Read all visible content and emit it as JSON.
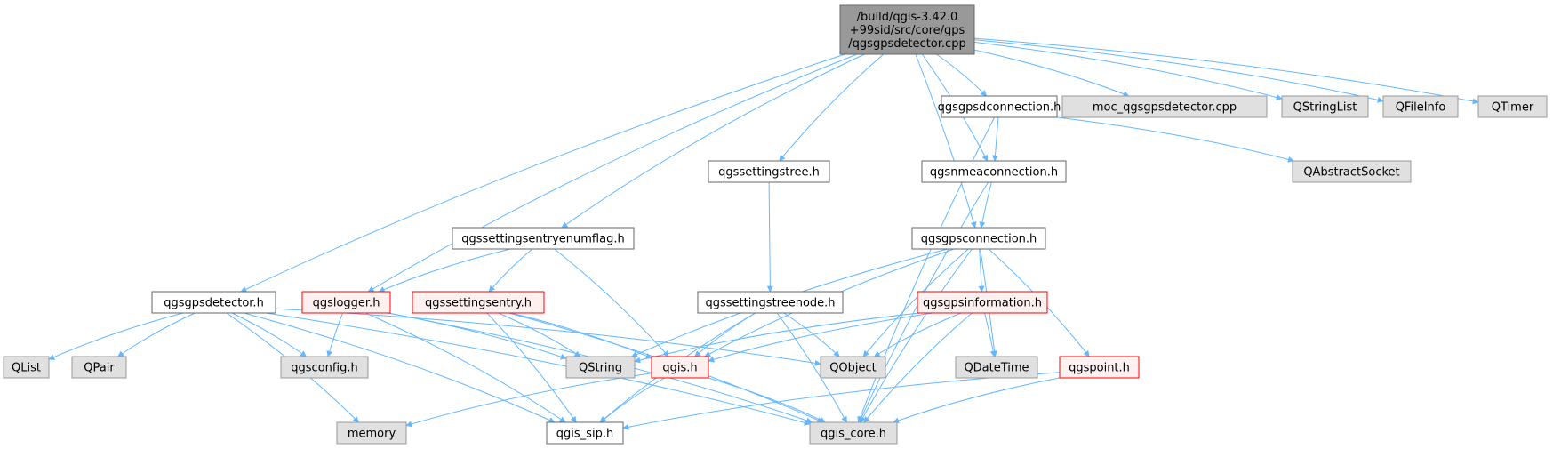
{
  "colors": {
    "background": "#ffffff",
    "edge": "#63b8ff",
    "root_fill": "#999999",
    "root_border": "#666666",
    "documented_fill": "#ffffff",
    "documented_border": "#666666",
    "external_fill": "#e0e0e0",
    "external_border": "#999999",
    "incomplete_fill": "#fff0f0",
    "incomplete_border": "#ff0000"
  },
  "nodes": [
    {
      "id": "root",
      "lines": [
        "/build/qgis-3.42.0",
        "+99sid/src/core/gps",
        "/qgsgpsdetector.cpp"
      ],
      "kind": "root"
    },
    {
      "id": "qgsgpsdconnection",
      "lines": [
        "qgsgpsdconnection.h"
      ],
      "kind": "documented"
    },
    {
      "id": "moc",
      "lines": [
        "moc_qgsgpsdetector.cpp"
      ],
      "kind": "external"
    },
    {
      "id": "qstringlist",
      "lines": [
        "QStringList"
      ],
      "kind": "external"
    },
    {
      "id": "qfileinfo",
      "lines": [
        "QFileInfo"
      ],
      "kind": "external"
    },
    {
      "id": "qtimer",
      "lines": [
        "QTimer"
      ],
      "kind": "external"
    },
    {
      "id": "qgssettingstree",
      "lines": [
        "qgssettingstree.h"
      ],
      "kind": "documented"
    },
    {
      "id": "qgsnmeaconnection",
      "lines": [
        "qgsnmeaconnection.h"
      ],
      "kind": "documented"
    },
    {
      "id": "qabstractsocket",
      "lines": [
        "QAbstractSocket"
      ],
      "kind": "external"
    },
    {
      "id": "qgssettingsentryenumflag",
      "lines": [
        "qgssettingsentryenumflag.h"
      ],
      "kind": "documented"
    },
    {
      "id": "qgsgpsconnection",
      "lines": [
        "qgsgpsconnection.h"
      ],
      "kind": "documented"
    },
    {
      "id": "qgsgpsdetector_h",
      "lines": [
        "qgsgpsdetector.h"
      ],
      "kind": "documented"
    },
    {
      "id": "qgslogger",
      "lines": [
        "qgslogger.h"
      ],
      "kind": "incomplete"
    },
    {
      "id": "qgssettingsentry",
      "lines": [
        "qgssettingsentry.h"
      ],
      "kind": "incomplete"
    },
    {
      "id": "qgssettingstreenode",
      "lines": [
        "qgssettingstreenode.h"
      ],
      "kind": "documented"
    },
    {
      "id": "qgsgpsinformation",
      "lines": [
        "qgsgpsinformation.h"
      ],
      "kind": "incomplete"
    },
    {
      "id": "qlist",
      "lines": [
        "QList"
      ],
      "kind": "external"
    },
    {
      "id": "qpair",
      "lines": [
        "QPair"
      ],
      "kind": "external"
    },
    {
      "id": "qgsconfig",
      "lines": [
        "qgsconfig.h"
      ],
      "kind": "external"
    },
    {
      "id": "qstring",
      "lines": [
        "QString"
      ],
      "kind": "external"
    },
    {
      "id": "qgis",
      "lines": [
        "qgis.h"
      ],
      "kind": "incomplete"
    },
    {
      "id": "qobject",
      "lines": [
        "QObject"
      ],
      "kind": "external"
    },
    {
      "id": "qdatetime",
      "lines": [
        "QDateTime"
      ],
      "kind": "external"
    },
    {
      "id": "qgspoint",
      "lines": [
        "qgspoint.h"
      ],
      "kind": "incomplete"
    },
    {
      "id": "memory",
      "lines": [
        "memory"
      ],
      "kind": "external"
    },
    {
      "id": "qgis_sip",
      "lines": [
        "qgis_sip.h"
      ],
      "kind": "documented"
    },
    {
      "id": "qgis_core",
      "lines": [
        "qgis_core.h"
      ],
      "kind": "external"
    }
  ],
  "edges": [
    [
      "root",
      "qgsgpsdetector_h"
    ],
    [
      "root",
      "qgslogger"
    ],
    [
      "root",
      "qgssettingsentryenumflag"
    ],
    [
      "root",
      "qgssettingstree"
    ],
    [
      "root",
      "qgsgpsconnection"
    ],
    [
      "root",
      "qgsnmeaconnection"
    ],
    [
      "root",
      "qgsgpsdconnection"
    ],
    [
      "root",
      "moc"
    ],
    [
      "root",
      "qstringlist"
    ],
    [
      "root",
      "qfileinfo"
    ],
    [
      "root",
      "qtimer"
    ],
    [
      "qgsgpsdconnection",
      "qgsnmeaconnection"
    ],
    [
      "qgsgpsdconnection",
      "qabstractsocket"
    ],
    [
      "qgsgpsdconnection",
      "qgis_core"
    ],
    [
      "qgssettingstree",
      "qgssettingstreenode"
    ],
    [
      "qgsnmeaconnection",
      "qgsgpsconnection"
    ],
    [
      "qgsnmeaconnection",
      "qgis_core"
    ],
    [
      "qgssettingsentryenumflag",
      "qgslogger"
    ],
    [
      "qgssettingsentryenumflag",
      "qgssettingsentry"
    ],
    [
      "qgssettingsentryenumflag",
      "qgis"
    ],
    [
      "qgsgpsconnection",
      "qgsgpsinformation"
    ],
    [
      "qgsgpsconnection",
      "qstring"
    ],
    [
      "qgsgpsconnection",
      "qgis"
    ],
    [
      "qgsgpsconnection",
      "qobject"
    ],
    [
      "qgsgpsconnection",
      "qdatetime"
    ],
    [
      "qgsgpsconnection",
      "qgspoint"
    ],
    [
      "qgsgpsconnection",
      "qgis_core"
    ],
    [
      "qgsgpsdetector_h",
      "qlist"
    ],
    [
      "qgsgpsdetector_h",
      "qpair"
    ],
    [
      "qgsgpsdetector_h",
      "qgsconfig"
    ],
    [
      "qgsgpsdetector_h",
      "qobject"
    ],
    [
      "qgsgpsdetector_h",
      "memory"
    ],
    [
      "qgsgpsdetector_h",
      "qgis_sip"
    ],
    [
      "qgsgpsdetector_h",
      "qgis_core"
    ],
    [
      "qgslogger",
      "qgsconfig"
    ],
    [
      "qgslogger",
      "qstring"
    ],
    [
      "qgslogger",
      "qgis_sip"
    ],
    [
      "qgslogger",
      "qgis_core"
    ],
    [
      "qgssettingsentry",
      "qstring"
    ],
    [
      "qgssettingsentry",
      "qgis"
    ],
    [
      "qgssettingsentry",
      "qgis_sip"
    ],
    [
      "qgssettingsentry",
      "qgis_core"
    ],
    [
      "qgssettingstreenode",
      "qgis"
    ],
    [
      "qgssettingstreenode",
      "qobject"
    ],
    [
      "qgssettingstreenode",
      "qgis_sip"
    ],
    [
      "qgssettingstreenode",
      "qgis_core"
    ],
    [
      "qgsgpsinformation",
      "qstring"
    ],
    [
      "qgsgpsinformation",
      "qgis"
    ],
    [
      "qgsgpsinformation",
      "qobject"
    ],
    [
      "qgsgpsinformation",
      "qdatetime"
    ],
    [
      "qgsgpsinformation",
      "qgis_core"
    ],
    [
      "qgis",
      "memory"
    ],
    [
      "qgis",
      "qgis_sip"
    ],
    [
      "qgis",
      "qgis_core"
    ],
    [
      "qgspoint",
      "qgis_sip"
    ],
    [
      "qgspoint",
      "qgis_core"
    ]
  ]
}
